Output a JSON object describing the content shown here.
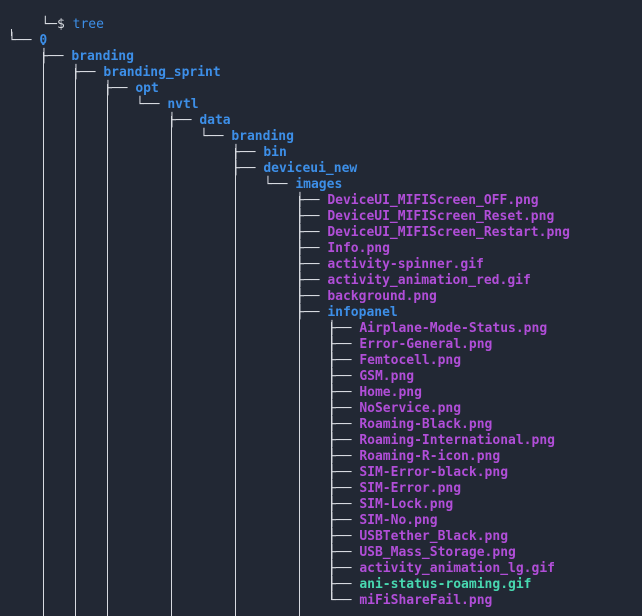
{
  "prompt": {
    "symbol": "$",
    "command": "tree"
  },
  "colors": {
    "background": "#222834",
    "directory": "#3d8fe8",
    "file": "#b14ed8",
    "highlighted_file": "#48d8b0",
    "tree_lines": "#d7dae0"
  },
  "tree": {
    "root": ".",
    "nodes": [
      {
        "name": "0",
        "type": "dir"
      },
      {
        "name": "branding",
        "type": "dir"
      },
      {
        "name": "branding_sprint",
        "type": "dir"
      },
      {
        "name": "opt",
        "type": "dir"
      },
      {
        "name": "nvtl",
        "type": "dir"
      },
      {
        "name": "data",
        "type": "dir"
      },
      {
        "name": "branding",
        "type": "dir"
      },
      {
        "name": "bin",
        "type": "dir"
      },
      {
        "name": "deviceui_new",
        "type": "dir"
      },
      {
        "name": "images",
        "type": "dir"
      },
      {
        "name": "DeviceUI_MIFIScreen_OFF.png",
        "type": "file"
      },
      {
        "name": "DeviceUI_MIFIScreen_Reset.png",
        "type": "file"
      },
      {
        "name": "DeviceUI_MIFIScreen_Restart.png",
        "type": "file"
      },
      {
        "name": "Info.png",
        "type": "file"
      },
      {
        "name": "activity-spinner.gif",
        "type": "file"
      },
      {
        "name": "activity_animation_red.gif",
        "type": "file"
      },
      {
        "name": "background.png",
        "type": "file"
      },
      {
        "name": "infopanel",
        "type": "dir"
      },
      {
        "name": "Airplane-Mode-Status.png",
        "type": "file"
      },
      {
        "name": "Error-General.png",
        "type": "file"
      },
      {
        "name": "Femtocell.png",
        "type": "file"
      },
      {
        "name": "GSM.png",
        "type": "file"
      },
      {
        "name": "Home.png",
        "type": "file"
      },
      {
        "name": "NoService.png",
        "type": "file"
      },
      {
        "name": "Roaming-Black.png",
        "type": "file"
      },
      {
        "name": "Roaming-International.png",
        "type": "file"
      },
      {
        "name": "Roaming-R-icon.png",
        "type": "file"
      },
      {
        "name": "SIM-Error-black.png",
        "type": "file"
      },
      {
        "name": "SIM-Error.png",
        "type": "file"
      },
      {
        "name": "SIM-Lock.png",
        "type": "file"
      },
      {
        "name": "SIM-No.png",
        "type": "file"
      },
      {
        "name": "USBTether_Black.png",
        "type": "file"
      },
      {
        "name": "USB_Mass_Storage.png",
        "type": "file"
      },
      {
        "name": "activity_animation_lg.gif",
        "type": "file"
      },
      {
        "name": "ani-status-roaming.gif",
        "type": "file-highlight"
      },
      {
        "name": "miFiShareFail.png",
        "type": "file"
      }
    ]
  }
}
